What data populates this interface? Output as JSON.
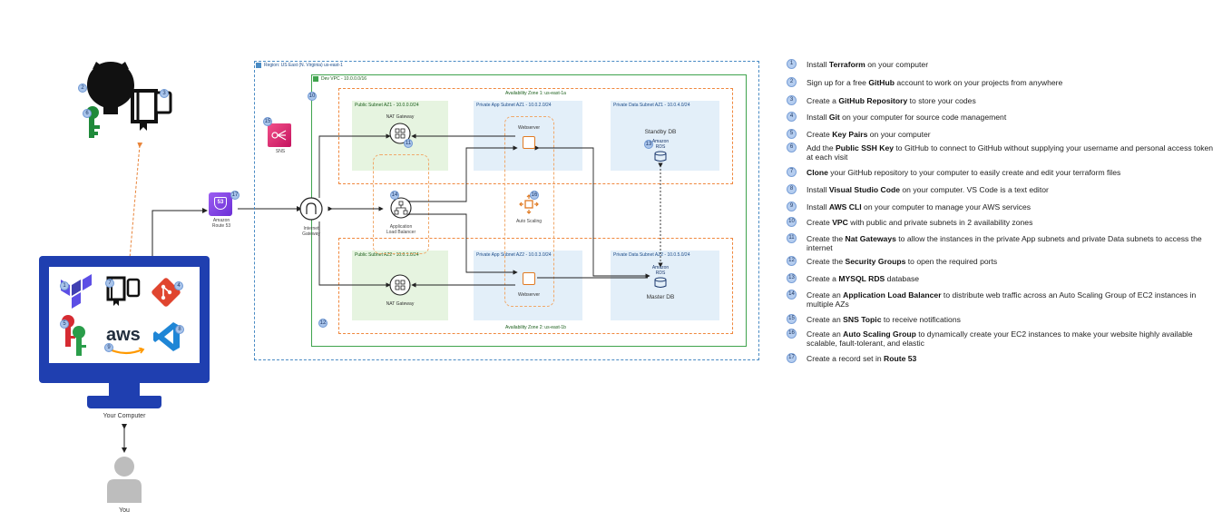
{
  "colors": {
    "monitor_blue": "#1f3fb0",
    "vpc_green": "#3fa34d",
    "az_orange": "#f0883e",
    "region_blue": "#4a8bc4",
    "public_subnet": "#e6f4e0",
    "private_subnet": "#e3eff9",
    "aws_purple": "#7b3fe4",
    "sns_pink": "#e7157b",
    "badge_blue": "#b5cdef"
  },
  "left": {
    "computer_label": "Your Computer",
    "you_label": "You",
    "aws_text": "aws",
    "badges": {
      "github": "2",
      "repo": "3",
      "key": "6",
      "terraform": "1",
      "vscode_local": "7",
      "git": "4",
      "aws": "9",
      "keypair": "5",
      "vscode": "8"
    }
  },
  "diagram": {
    "region_label": "Region: US East (N. Virginia) us-east-1",
    "vpc_label": "Dev VPC - 10.0.0.0/16",
    "az1_label": "Availability Zone 1: us-east-1a",
    "az2_label": "Availability Zone 2: us-east-1b",
    "public_az1": "Public Subnet AZ1 - 10.0.0.0/24",
    "private_app_az1": "Private App Subnet AZ1 - 10.0.2.0/24",
    "private_data_az1": "Private Data Subnet AZ1 - 10.0.4.0/24",
    "public_az2": "Public Subnet AZ2 - 10.0.1.0/24",
    "private_app_az2": "Private App Subnet AZ2 - 10.0.3.0/24",
    "private_data_az2": "Private Data Subnet AZ2 - 10.0.5.0/24",
    "nat_gateway": "NAT Gateway",
    "webserver": "Webserver",
    "standby_db": "Standby DB",
    "master_db": "Master DB",
    "amazon": "Amazon",
    "rds": "RDS",
    "alb": "Application\nLoad Balancer",
    "auto_scaling": "Auto Scaling",
    "internet_gateway": "Internet\nGateway",
    "route53": "Amazon\nRoute 53",
    "route53_icon": "53",
    "sns": "SNS",
    "badges": {
      "vpc": "10",
      "vpc2": "12",
      "sns": "15",
      "nat1": "11",
      "alb": "14",
      "asg": "16",
      "rds": "13",
      "route53": "17"
    }
  },
  "steps": [
    {
      "n": "1",
      "parts": [
        [
          "Install ",
          false
        ],
        [
          "Terraform",
          true
        ],
        [
          " on your computer",
          false
        ]
      ]
    },
    {
      "n": "2",
      "parts": [
        [
          "Sign up for a free ",
          false
        ],
        [
          "GitHub",
          true
        ],
        [
          " account to work on your projects from anywhere",
          false
        ]
      ]
    },
    {
      "n": "3",
      "parts": [
        [
          "Create a ",
          false
        ],
        [
          "GitHub Repository",
          true
        ],
        [
          " to store your codes",
          false
        ]
      ]
    },
    {
      "n": "4",
      "parts": [
        [
          "Install ",
          false
        ],
        [
          "Git",
          true
        ],
        [
          " on your computer for source code management",
          false
        ]
      ]
    },
    {
      "n": "5",
      "parts": [
        [
          "Create ",
          false
        ],
        [
          "Key Pairs",
          true
        ],
        [
          " on your computer",
          false
        ]
      ]
    },
    {
      "n": "6",
      "parts": [
        [
          "Add the ",
          false
        ],
        [
          "Public SSH Key",
          true
        ],
        [
          " to GitHub to connect to GitHub without supplying your username and personal access token at each visit",
          false
        ]
      ]
    },
    {
      "n": "7",
      "parts": [
        [
          "Clone",
          true
        ],
        [
          " your GitHub repository to your computer to easily create and edit your terraform files",
          false
        ]
      ]
    },
    {
      "n": "8",
      "parts": [
        [
          "Install ",
          false
        ],
        [
          "Visual Studio Code",
          true
        ],
        [
          " on your computer. VS Code is a text editor",
          false
        ]
      ]
    },
    {
      "n": "9",
      "parts": [
        [
          "Install ",
          false
        ],
        [
          "AWS CLI",
          true
        ],
        [
          " on your computer to manage your AWS services",
          false
        ]
      ]
    },
    {
      "n": "10",
      "parts": [
        [
          "Create ",
          false
        ],
        [
          "VPC",
          true
        ],
        [
          " with public and private subnets in 2 availability zones",
          false
        ]
      ]
    },
    {
      "n": "11",
      "parts": [
        [
          "Create the ",
          false
        ],
        [
          "Nat Gateways",
          true
        ],
        [
          " to allow the instances in the private App subnets and private Data subnets to access the internet",
          false
        ]
      ]
    },
    {
      "n": "12",
      "parts": [
        [
          "Create the ",
          false
        ],
        [
          "Security Groups",
          true
        ],
        [
          " to open the required ports",
          false
        ]
      ]
    },
    {
      "n": "13",
      "parts": [
        [
          "Create a ",
          false
        ],
        [
          "MYSQL RDS",
          true
        ],
        [
          " database",
          false
        ]
      ]
    },
    {
      "n": "14",
      "parts": [
        [
          "Create an ",
          false
        ],
        [
          "Application Load Balancer",
          true
        ],
        [
          " to distribute web traffic across an Auto Scaling Group of EC2 instances in multiple AZs",
          false
        ]
      ]
    },
    {
      "n": "15",
      "parts": [
        [
          "Create an ",
          false
        ],
        [
          "SNS Topic",
          true
        ],
        [
          " to receive notifications",
          false
        ]
      ]
    },
    {
      "n": "16",
      "parts": [
        [
          "Create an ",
          false
        ],
        [
          "Auto Scaling Group",
          true
        ],
        [
          " to dynamically create your EC2 instances to make your website highly available scalable, fault-tolerant, and elastic",
          false
        ]
      ]
    },
    {
      "n": "17",
      "parts": [
        [
          "Create a record set in ",
          false
        ],
        [
          "Route 53",
          true
        ]
      ]
    }
  ]
}
